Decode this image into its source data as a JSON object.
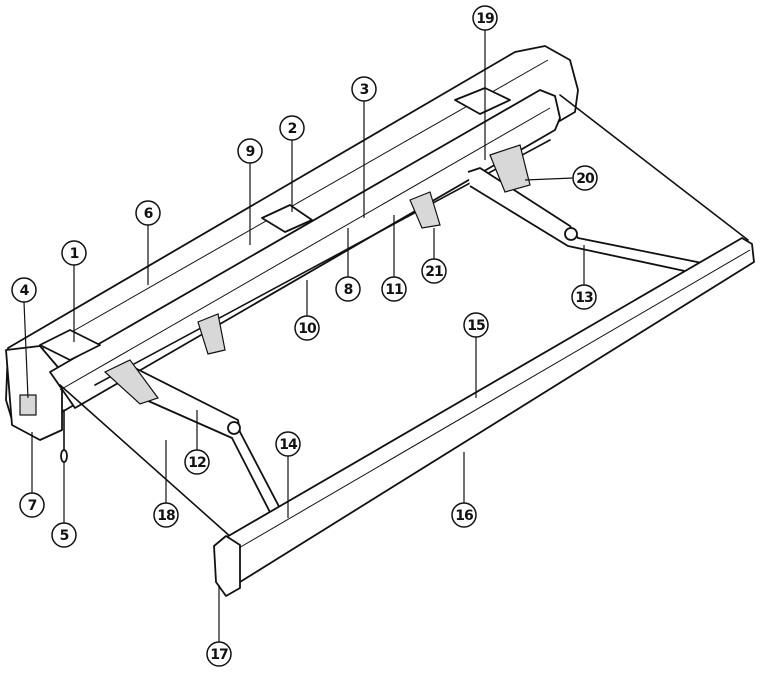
{
  "diagram": {
    "type": "exploded-parts-callout",
    "callouts": [
      {
        "label": "1"
      },
      {
        "label": "2"
      },
      {
        "label": "3"
      },
      {
        "label": "4"
      },
      {
        "label": "5"
      },
      {
        "label": "6"
      },
      {
        "label": "7"
      },
      {
        "label": "8"
      },
      {
        "label": "9"
      },
      {
        "label": "10"
      },
      {
        "label": "11"
      },
      {
        "label": "12"
      },
      {
        "label": "13"
      },
      {
        "label": "14"
      },
      {
        "label": "15"
      },
      {
        "label": "16"
      },
      {
        "label": "17"
      },
      {
        "label": "18"
      },
      {
        "label": "19"
      },
      {
        "label": "20"
      },
      {
        "label": "21"
      }
    ]
  }
}
